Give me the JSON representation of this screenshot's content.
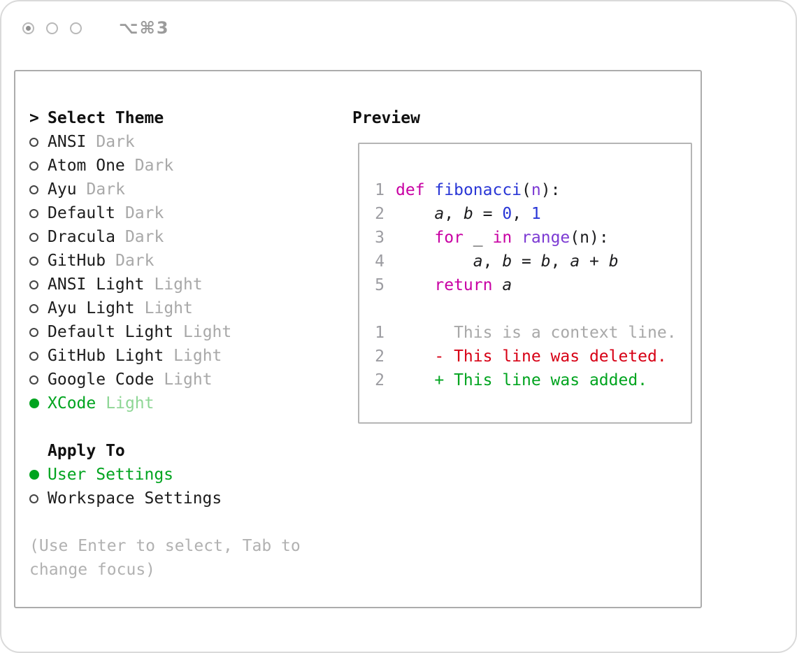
{
  "window": {
    "shortcut": "⌥⌘3"
  },
  "selector": {
    "cursor": ">",
    "title": "Select Theme",
    "themes": [
      {
        "name": "ANSI",
        "tag": "Dark",
        "selected": false
      },
      {
        "name": "Atom One",
        "tag": "Dark",
        "selected": false
      },
      {
        "name": "Ayu",
        "tag": "Dark",
        "selected": false
      },
      {
        "name": "Default",
        "tag": "Dark",
        "selected": false
      },
      {
        "name": "Dracula",
        "tag": "Dark",
        "selected": false
      },
      {
        "name": "GitHub",
        "tag": "Dark",
        "selected": false
      },
      {
        "name": "ANSI Light",
        "tag": "Light",
        "selected": false
      },
      {
        "name": "Ayu Light",
        "tag": "Light",
        "selected": false
      },
      {
        "name": "Default Light",
        "tag": "Light",
        "selected": false
      },
      {
        "name": "GitHub Light",
        "tag": "Light",
        "selected": false
      },
      {
        "name": "Google Code",
        "tag": "Light",
        "selected": false
      },
      {
        "name": "XCode",
        "tag": "Light",
        "selected": true
      }
    ],
    "apply_to": {
      "title": "Apply To",
      "options": [
        {
          "name": "User Settings",
          "selected": true
        },
        {
          "name": "Workspace Settings",
          "selected": false
        }
      ]
    },
    "hint": "(Use Enter to select, Tab to change focus)"
  },
  "preview": {
    "title": "Preview",
    "code_lines": [
      {
        "num": "1",
        "tokens": [
          {
            "t": "def",
            "c": "keyword"
          },
          {
            "t": " ",
            "c": "plain"
          },
          {
            "t": "fibonacci",
            "c": "name"
          },
          {
            "t": "(",
            "c": "plain"
          },
          {
            "t": "n",
            "c": "type"
          },
          {
            "t": "):",
            "c": "plain"
          }
        ]
      },
      {
        "num": "2",
        "tokens": [
          {
            "t": "    ",
            "c": "plain"
          },
          {
            "t": "a",
            "c": "plain",
            "i": true
          },
          {
            "t": ", ",
            "c": "plain"
          },
          {
            "t": "b",
            "c": "plain",
            "i": true
          },
          {
            "t": " = ",
            "c": "plain"
          },
          {
            "t": "0",
            "c": "name"
          },
          {
            "t": ", ",
            "c": "plain"
          },
          {
            "t": "1",
            "c": "name"
          }
        ]
      },
      {
        "num": "3",
        "tokens": [
          {
            "t": "    ",
            "c": "plain"
          },
          {
            "t": "for",
            "c": "keyword"
          },
          {
            "t": " _ ",
            "c": "plain"
          },
          {
            "t": "in",
            "c": "keyword"
          },
          {
            "t": " ",
            "c": "plain"
          },
          {
            "t": "range",
            "c": "type"
          },
          {
            "t": "(n):",
            "c": "plain"
          }
        ]
      },
      {
        "num": "4",
        "tokens": [
          {
            "t": "        ",
            "c": "plain"
          },
          {
            "t": "a",
            "c": "plain",
            "i": true
          },
          {
            "t": ", ",
            "c": "plain"
          },
          {
            "t": "b",
            "c": "plain",
            "i": true
          },
          {
            "t": " = ",
            "c": "plain"
          },
          {
            "t": "b",
            "c": "plain",
            "i": true
          },
          {
            "t": ", ",
            "c": "plain"
          },
          {
            "t": "a",
            "c": "plain",
            "i": true
          },
          {
            "t": " + ",
            "c": "plain"
          },
          {
            "t": "b",
            "c": "plain",
            "i": true
          }
        ]
      },
      {
        "num": "5",
        "tokens": [
          {
            "t": "    ",
            "c": "plain"
          },
          {
            "t": "return",
            "c": "keyword"
          },
          {
            "t": " ",
            "c": "plain"
          },
          {
            "t": "a",
            "c": "plain",
            "i": true
          }
        ]
      }
    ],
    "diff_lines": [
      {
        "num": "1",
        "tokens": [
          {
            "t": "      This is a context line.",
            "c": "muted"
          }
        ]
      },
      {
        "num": "2",
        "tokens": [
          {
            "t": "    - This line was deleted.",
            "c": "removed"
          }
        ]
      },
      {
        "num": "2",
        "tokens": [
          {
            "t": "    + This line was added.",
            "c": "added"
          }
        ]
      }
    ]
  },
  "palette": {
    "keyword": "#c800a3",
    "name": "#2936d6",
    "type": "#7c3ad3",
    "plain": "#1c1c1e",
    "muted": "#a8a8a8",
    "removed": "#d70015",
    "added": "#00a41f",
    "selected": "#00a41f",
    "selected_tag": "#8ed695"
  }
}
